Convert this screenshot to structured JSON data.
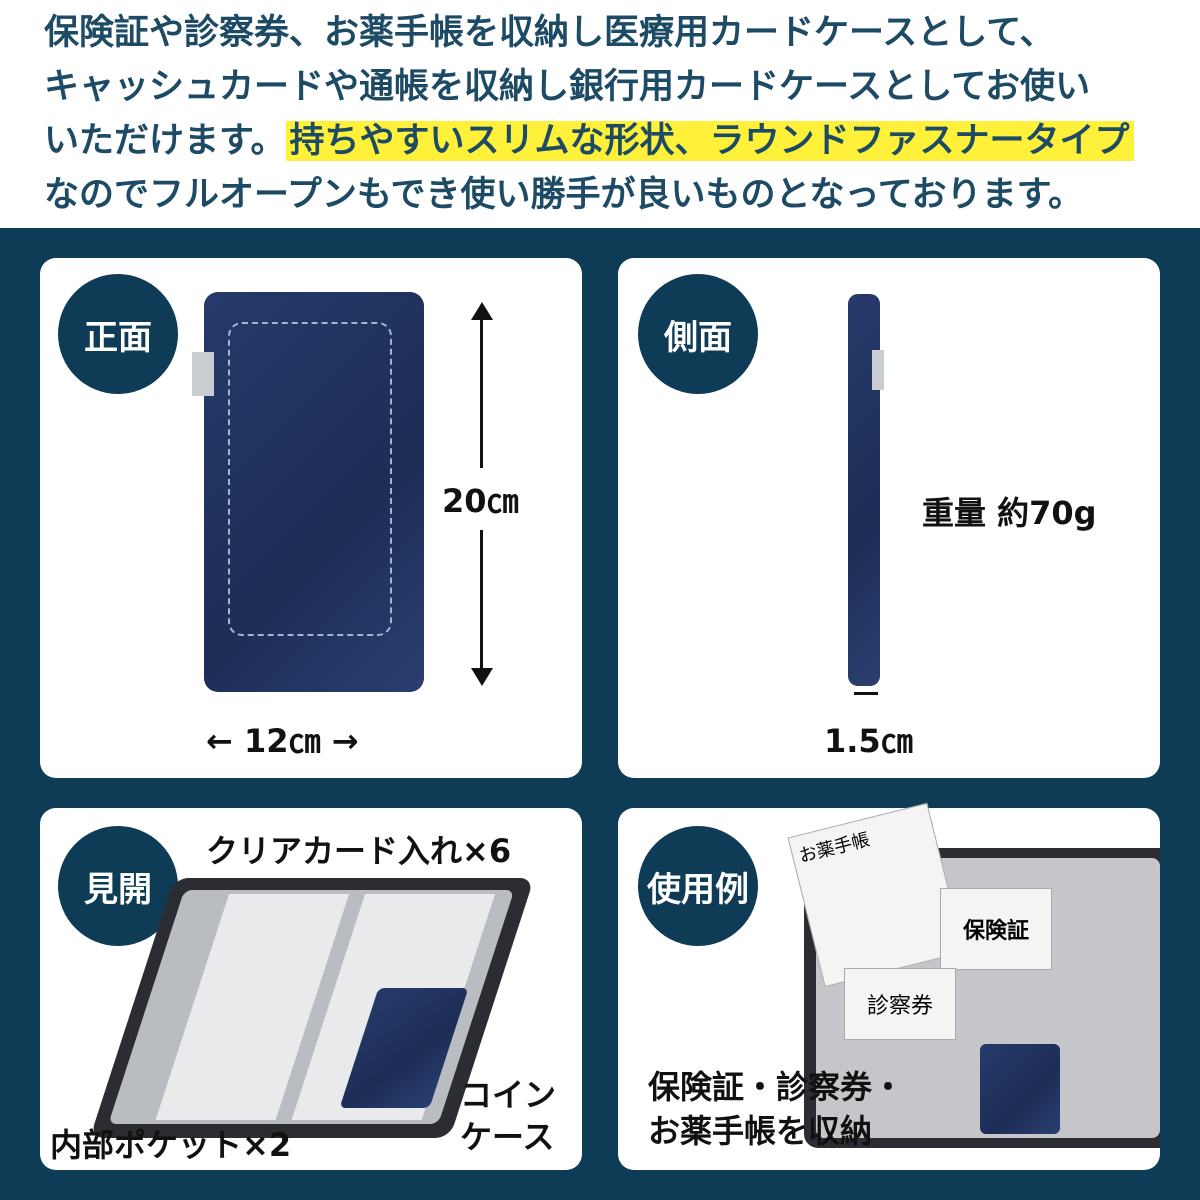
{
  "intro": {
    "line1": "保険証や診察券、お薬手帳を収納し医療用カードケースとして、",
    "line2": "キャッシュカードや通帳を収納し銀行用カードケースとしてお使い",
    "line3_plain": "いただけます。",
    "line3_highlight": "持ちやすいスリムな形状、ラウンドファスナータイプ",
    "line4": "なのでフルオープンもでき使い勝手が良いものとなっております。"
  },
  "colors": {
    "navy": "#0e3c56",
    "highlight": "#fff13a",
    "text": "#1d4a64"
  },
  "panels": {
    "front": {
      "badge": "正面",
      "height": "20㎝",
      "width": "12㎝"
    },
    "side": {
      "badge": "側面",
      "weight": "重量 約70g",
      "thickness": "1.5㎝"
    },
    "open": {
      "badge": "見開",
      "cards": "クリアカード入れ×6",
      "pockets": "内部ポケット×2",
      "coin_line1": "コイン",
      "coin_line2": "ケース"
    },
    "usage": {
      "badge": "使用例",
      "caption_line1": "保険証・診察券・",
      "caption_line2": "お薬手帳を収納",
      "card1": "保険証",
      "card2": "診察券",
      "card3": "お薬手帳"
    }
  }
}
